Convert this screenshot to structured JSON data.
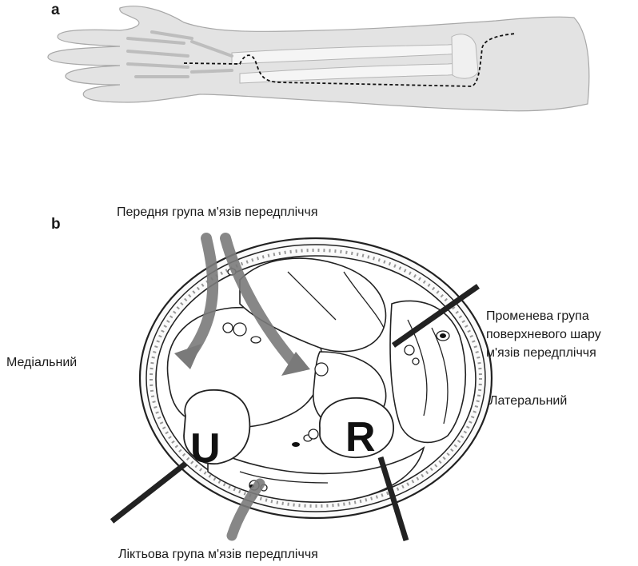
{
  "panel_a": {
    "letter": "a"
  },
  "panel_b": {
    "letter": "b",
    "labels": {
      "anterior_group": "Передня група м'язів передпліччя",
      "medial": "Медіальний",
      "radial_group_line1": "Променева група",
      "radial_group_line2": "поверхневого шару",
      "radial_group_line3": "м'язів передпліччя",
      "lateral": "Латеральний",
      "ulnar_group": "Ліктьова група м'язів передпліччя"
    },
    "bone_letters": {
      "ulna": "U",
      "radius": "R"
    }
  }
}
